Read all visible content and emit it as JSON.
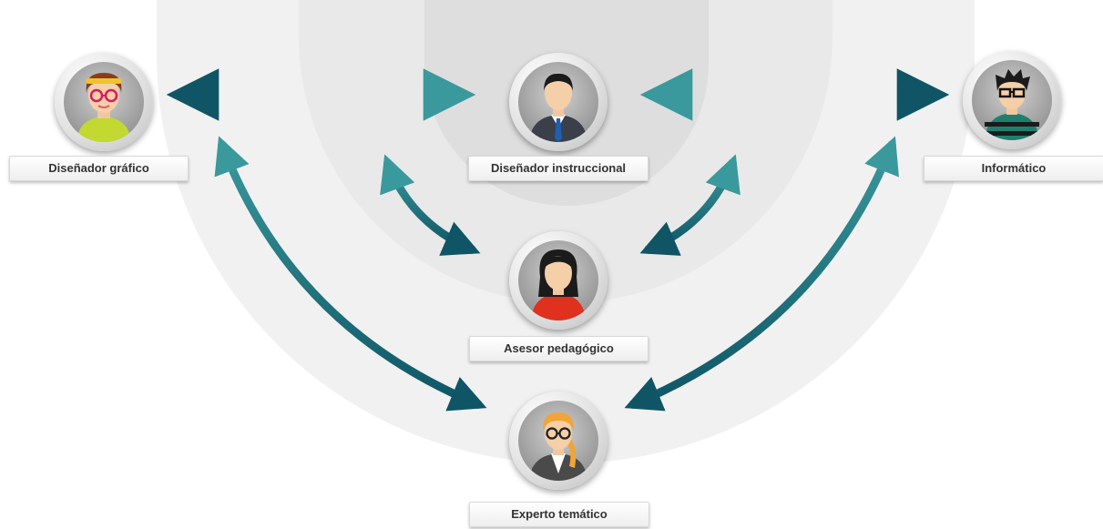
{
  "roles": {
    "graphic_designer": "Diseñador gráfico",
    "instructional_designer": "Diseñador instruccional",
    "it_specialist": "Informático",
    "pedagogical_advisor": "Asesor pedagógico",
    "subject_expert": "Experto temático"
  },
  "colors": {
    "arrow_dark": "#0f5565",
    "arrow_teal": "#3a999c",
    "label_text": "#333333",
    "ring_light": "#f2f2f2",
    "ring_mid": "#e6e6e6",
    "ring_dark": "#d9d9d9"
  },
  "icons": [
    "female-designer-avatar-icon",
    "businessman-avatar-icon",
    "male-programmer-avatar-icon",
    "woman-advisor-avatar-icon",
    "female-expert-avatar-icon"
  ]
}
